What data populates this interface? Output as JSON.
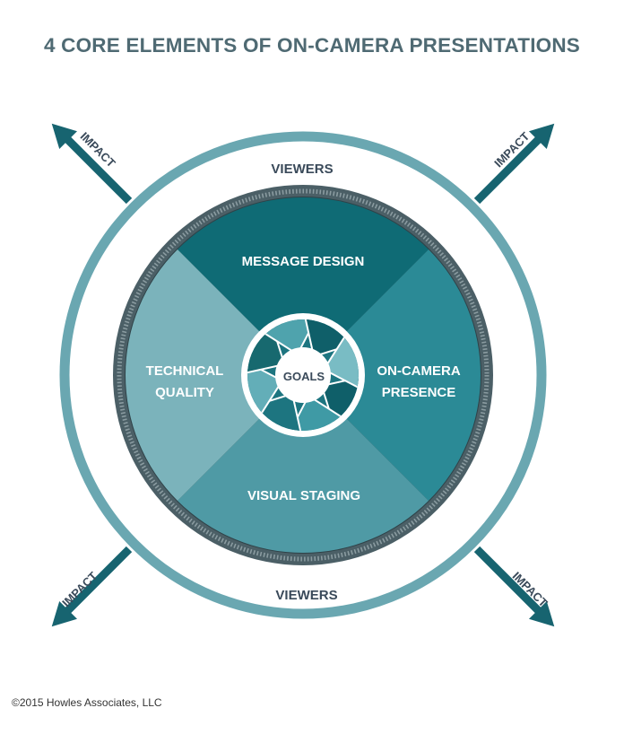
{
  "title": "4 CORE ELEMENTS OF ON-CAMERA PRESENTATIONS",
  "outer_ring": {
    "top_label": "VIEWERS",
    "bottom_label": "VIEWERS"
  },
  "arrows": [
    {
      "label": "IMPACT",
      "direction": "upper-left"
    },
    {
      "label": "IMPACT",
      "direction": "upper-right"
    },
    {
      "label": "IMPACT",
      "direction": "lower-left"
    },
    {
      "label": "IMPACT",
      "direction": "lower-right"
    }
  ],
  "quadrants": {
    "top": "MESSAGE DESIGN",
    "left_line1": "TECHNICAL",
    "left_line2": "QUALITY",
    "right_line1": "ON-CAMERA",
    "right_line2": "PRESENCE",
    "bottom": "VISUAL STAGING"
  },
  "center": {
    "label": "GOALS",
    "icon": "camera-aperture-icon"
  },
  "copyright": "©2015 Howles Associates, LLC",
  "colors": {
    "title": "#4f6a73",
    "ring": "#6aa7b1",
    "arrow": "#176470",
    "label_dark": "#3a4a5a",
    "lens_rim": "#4b5f66",
    "top_quadrant": "#0f6b75",
    "right_quadrant": "#2b8a96",
    "bottom_quadrant": "#4f9aa5",
    "left_quadrant": "#7bb3bb"
  }
}
